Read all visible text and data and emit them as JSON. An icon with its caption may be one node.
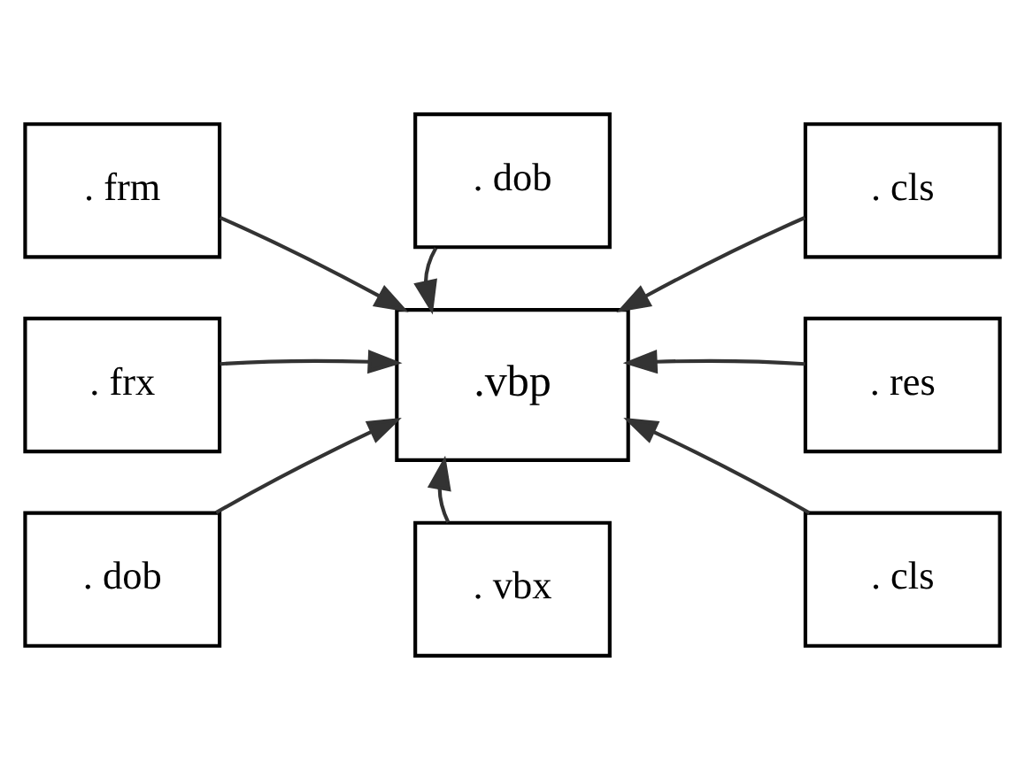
{
  "diagram": {
    "nodes": [
      {
        "text": [
          ". dob"
        ]
      },
      {
        "text": [
          ". frm"
        ]
      },
      {
        "text": [
          ". cls"
        ]
      },
      {
        "text": [
          ". frx"
        ]
      },
      {
        "text": [
          ".vbp"
        ]
      },
      {
        "text": [
          ". res"
        ]
      },
      {
        "text": [
          ". dob"
        ]
      },
      {
        "text": [
          ". cls"
        ]
      },
      {
        "text": [
          ". vbx"
        ]
      }
    ],
    "edges": [
      {
        "from": 0,
        "to": 4,
        "arrow": "to"
      },
      {
        "from": 1,
        "to": 4,
        "arrow": "to"
      },
      {
        "from": 2,
        "to": 4,
        "arrow": "to"
      },
      {
        "from": 3,
        "to": 4,
        "arrow": "to"
      },
      {
        "from": 5,
        "to": 4,
        "arrow": "to"
      },
      {
        "from": 6,
        "to": 4,
        "arrow": "to"
      },
      {
        "from": 7,
        "to": 4,
        "arrow": "to"
      },
      {
        "from": 8,
        "to": 4,
        "arrow": "to"
      }
    ]
  }
}
